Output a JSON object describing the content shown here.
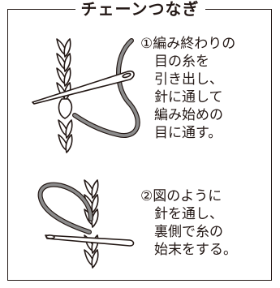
{
  "title": "チェーンつなぎ",
  "steps": [
    {
      "label": "①編み終わりの\n　目の糸を\n　引き出し、\n　針に通して\n　編み始めの\n　目に通す。"
    },
    {
      "label": "②図のように\n　針を通し、\n　裏側で糸の\n　始末をする。"
    }
  ],
  "colors": {
    "line": "#231815",
    "yarn": "#8c8c8c",
    "needle": "#ffffff"
  }
}
